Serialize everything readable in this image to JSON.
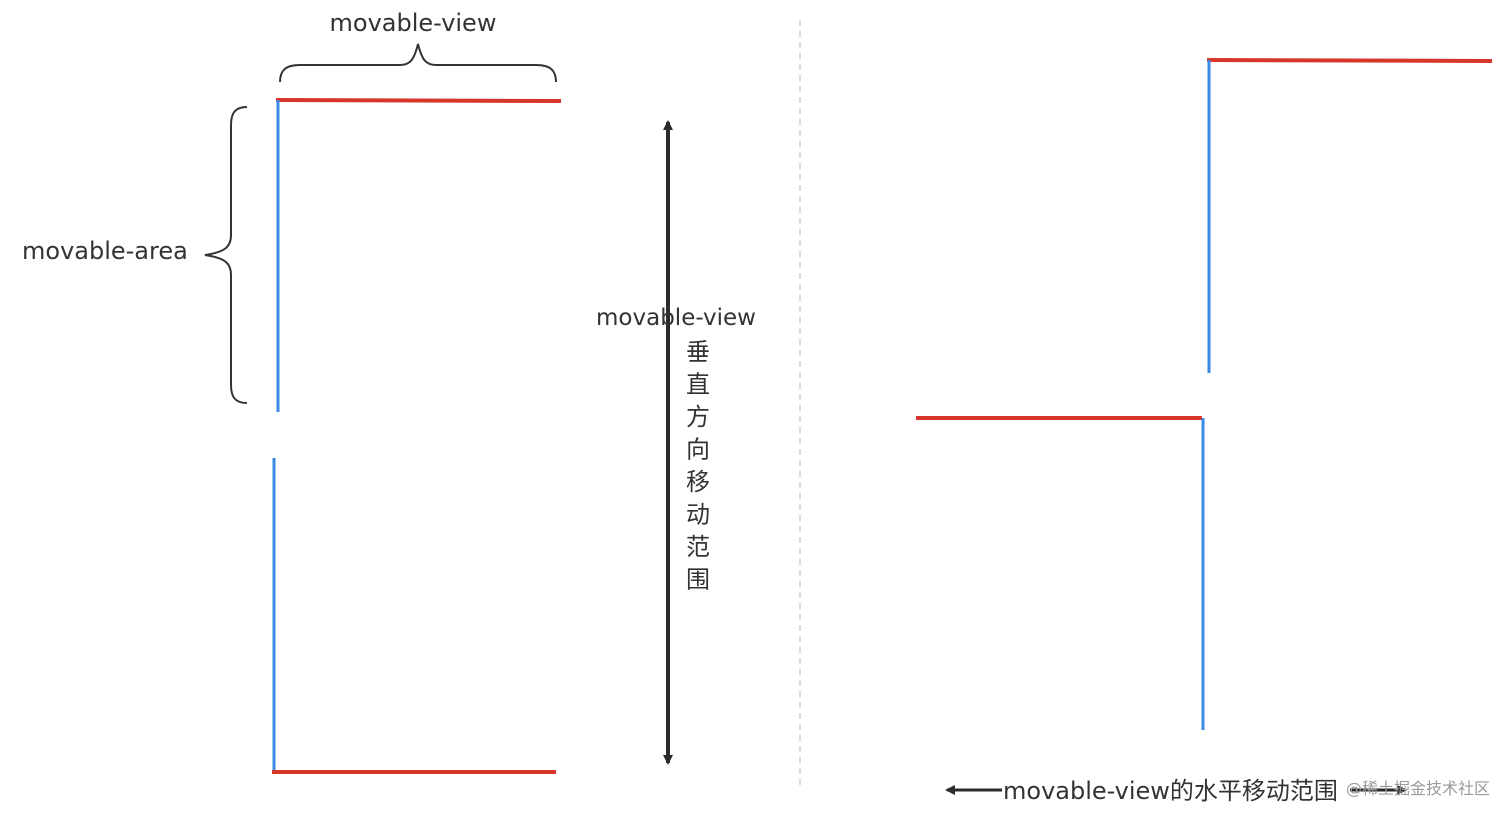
{
  "labels": {
    "view_top": "movable-view",
    "area_left": "movable-area",
    "view_vertical": "movable-view",
    "vertical_range": "垂直方向移动范围",
    "horizontal_range": "movable-view的水平移动范围"
  },
  "watermark": "@稀土掘金技术社区",
  "colors": {
    "view_edge": "#d9362b",
    "area_edge": "#3b8ae5",
    "arrow": "#2b2b2b",
    "brace": "#333333",
    "divider": "#cfcfcf",
    "text": "#333333"
  }
}
